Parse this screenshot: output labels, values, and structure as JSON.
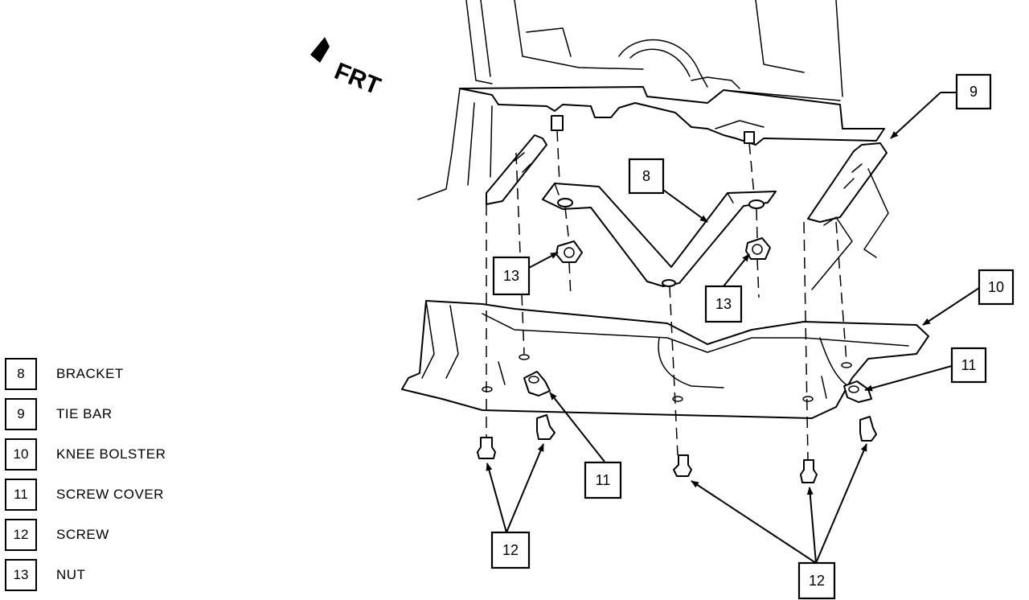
{
  "direction_label": "FRT",
  "legend": [
    {
      "number": "8",
      "label": "BRACKET"
    },
    {
      "number": "9",
      "label": "TIE BAR"
    },
    {
      "number": "10",
      "label": "KNEE BOLSTER"
    },
    {
      "number": "11",
      "label": "SCREW COVER"
    },
    {
      "number": "12",
      "label": "SCREW"
    },
    {
      "number": "13",
      "label": "NUT"
    }
  ],
  "callouts": {
    "bracket": "8",
    "tie_bar": "9",
    "knee_bolster": "10",
    "screw_cover_right": "11",
    "screw_cover_left": "11",
    "screw_left": "12",
    "screw_right": "12",
    "nut_left": "13",
    "nut_right": "13"
  }
}
